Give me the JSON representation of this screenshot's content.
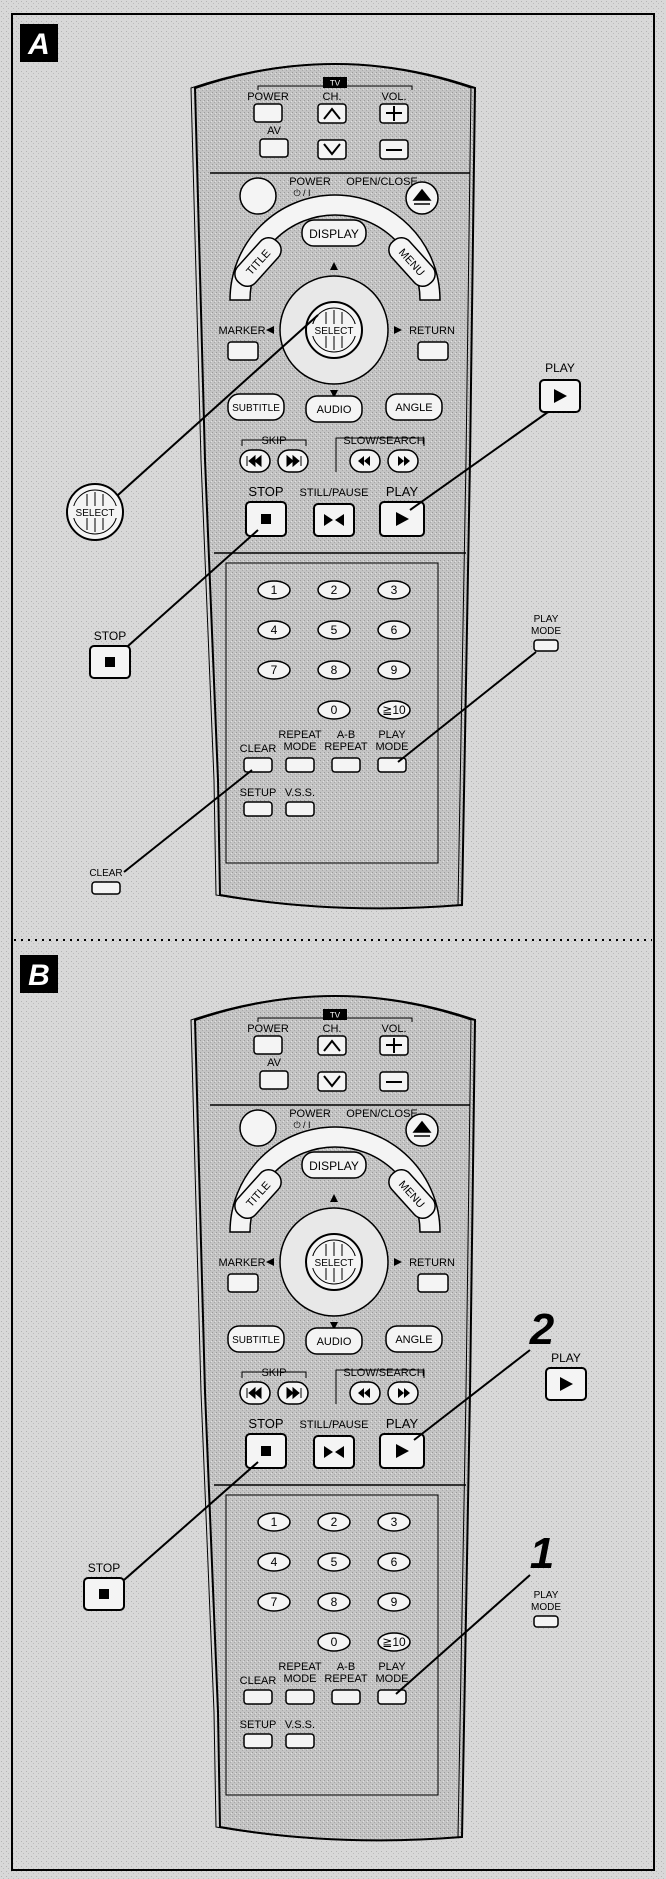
{
  "panels": [
    {
      "letter": "A",
      "callouts": {
        "play": "PLAY",
        "stop": "STOP",
        "play_mode": [
          "PLAY",
          "MODE"
        ],
        "clear": "CLEAR"
      },
      "step_numbers": []
    },
    {
      "letter": "B",
      "callouts": {
        "play": "PLAY",
        "stop": "STOP",
        "play_mode": [
          "PLAY",
          "MODE"
        ]
      },
      "step_numbers": [
        "2",
        "1"
      ]
    }
  ],
  "remote": {
    "tv": "TV",
    "power": "POWER",
    "ch": "CH.",
    "vol": "VOL.",
    "av": "AV",
    "power_main": "POWER",
    "power_symbol": "⏻ / I",
    "open_close": "OPEN/CLOSE",
    "display": "DISPLAY",
    "title": "TITLE",
    "menu": "MENU",
    "select": "SELECT",
    "marker": "MARKER",
    "return": "RETURN",
    "subtitle": "SUBTITLE",
    "audio": "AUDIO",
    "angle": "ANGLE",
    "skip": "SKIP",
    "slow_search": "SLOW/SEARCH",
    "stop": "STOP",
    "still_pause": "STILL/PAUSE",
    "play": "PLAY",
    "digits": [
      "1",
      "2",
      "3",
      "4",
      "5",
      "6",
      "7",
      "8",
      "9",
      "0",
      "≧10"
    ],
    "clear": "CLEAR",
    "repeat_mode": [
      "REPEAT",
      "MODE"
    ],
    "ab_repeat": [
      "A-B",
      "REPEAT"
    ],
    "play_mode": [
      "PLAY",
      "MODE"
    ],
    "setup": "SETUP",
    "vss": "V.S.S."
  },
  "colors": {
    "background": "#d6d6d6",
    "remote_body": "#c2c2c2",
    "button_face": "#f4f4f4",
    "ink": "#000000"
  }
}
